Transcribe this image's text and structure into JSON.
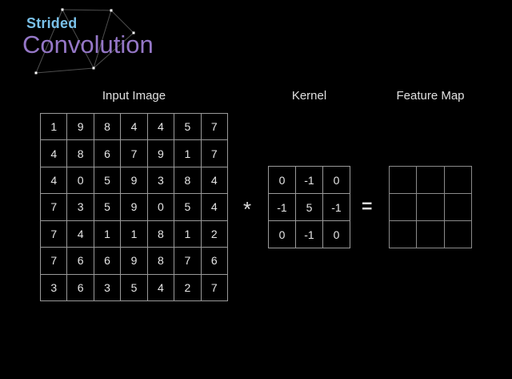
{
  "title": {
    "line1": "Strided",
    "line2": "Convolution"
  },
  "colors": {
    "background": "#000000",
    "title_line1": "#79c0e8",
    "title_line2": "#9577c7",
    "grid_line": "#999999",
    "cell_text": "#e6e6e6",
    "label_text": "#e0e0e0",
    "constellation_edge": "#4d4d4d",
    "constellation_node": "#ffffff"
  },
  "sections": {
    "input": {
      "label": "Input Image",
      "rows": 7,
      "cols": 7,
      "grid": [
        [
          1,
          9,
          8,
          4,
          4,
          5,
          7
        ],
        [
          4,
          8,
          6,
          7,
          9,
          1,
          7
        ],
        [
          4,
          0,
          5,
          9,
          3,
          8,
          4
        ],
        [
          7,
          3,
          5,
          9,
          0,
          5,
          4
        ],
        [
          7,
          4,
          1,
          1,
          8,
          1,
          2
        ],
        [
          7,
          6,
          6,
          9,
          8,
          7,
          6
        ],
        [
          3,
          6,
          3,
          5,
          4,
          2,
          7
        ]
      ]
    },
    "kernel": {
      "label": "Kernel",
      "rows": 3,
      "cols": 3,
      "grid": [
        [
          0,
          -1,
          0
        ],
        [
          -1,
          5,
          -1
        ],
        [
          0,
          -1,
          0
        ]
      ]
    },
    "feature_map": {
      "label": "Feature Map",
      "rows": 3,
      "cols": 3
    }
  },
  "operators": {
    "convolve": "*",
    "equals": "="
  }
}
